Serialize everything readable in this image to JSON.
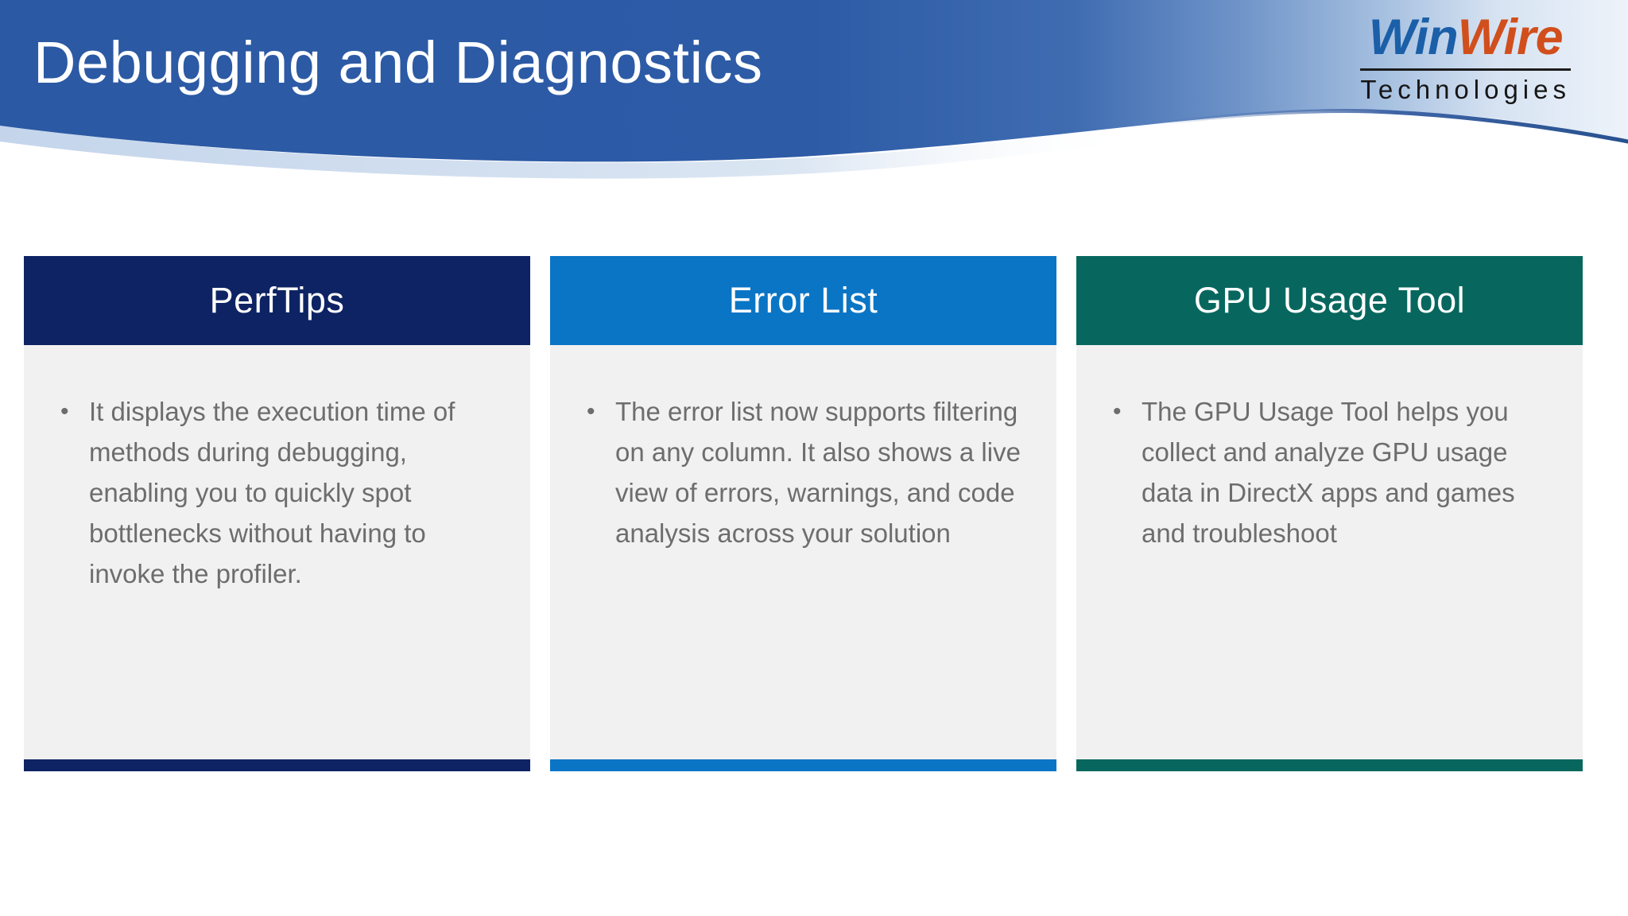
{
  "slide": {
    "title": "Debugging and Diagnostics"
  },
  "logo": {
    "part1": "Win",
    "part2": "Wire",
    "subtitle": "Technologies",
    "part1_color": "#1b5fa8",
    "part2_color": "#d14f1c",
    "subtitle_color": "#161616"
  },
  "theme": {
    "banner_blue": "#2b59a4",
    "banner_fade": "#edf3fa",
    "title_color": "#ffffff",
    "card_body_bg": "#f2f1f2",
    "body_text_color": "#6d6d6d",
    "bullet_glyph": "•"
  },
  "cards": [
    {
      "title": "PerfTips",
      "accent_color": "#0d2363",
      "bullets": [
        "It displays the execution time of methods during debugging, enabling you to quickly spot bottlenecks without having to invoke the profiler."
      ]
    },
    {
      "title": "Error List",
      "accent_color": "#0b75c5",
      "bullets": [
        "The error list now supports filtering on any column. It also shows a live view of errors, warnings, and code analysis across your solution"
      ]
    },
    {
      "title": "GPU Usage Tool",
      "accent_color": "#07675e",
      "bullets": [
        "The GPU Usage Tool helps you collect and analyze GPU usage data in DirectX apps and games and troubleshoot"
      ]
    }
  ]
}
